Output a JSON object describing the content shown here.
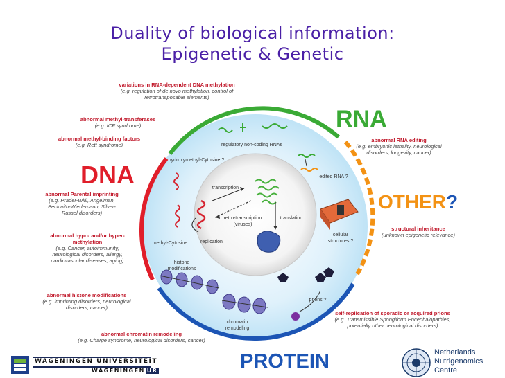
{
  "title": {
    "line1": "Duality of biological information:",
    "line2": "Epigenetic & Genetic"
  },
  "categories": {
    "dna": "DNA",
    "rna": "RNA",
    "other": "OTHER",
    "other_q": "?",
    "protein": "PROTEIN"
  },
  "colors": {
    "title": "#4a1fa6",
    "dna": "#e01e2a",
    "rna": "#3aaa35",
    "other": "#f39214",
    "protein": "#1c55b5",
    "label_head": "#c0182a"
  },
  "disorders": {
    "rna_dep_methylation": {
      "head": "variations in RNA-dependent DNA methylation",
      "detail": "(e.g. regulation of de novo methylation, control of retrotransposable elements)"
    },
    "methyl_transferases": {
      "head": "abnormal methyl-transferases",
      "detail": "(e.g. ICF syndrome)"
    },
    "methyl_binding": {
      "head": "abnormal methyl-binding factors",
      "detail": "(e.g. Rett syndrome)"
    },
    "parental_imprinting": {
      "head": "abnormal Parental imprinting",
      "detail": "(e.g. Prader-Willi, Angelman, Beckwith-Wiedemann, Silver-Russel disorders)"
    },
    "hypo_hyper": {
      "head": "abnormal hypo- and/or hyper-methylation",
      "detail": "(e.g. Cancer, autoimmunity, neurological disorders, allergy, cardiovascular diseases, aging)"
    },
    "histone_mods": {
      "head": "abnormal histone modifications",
      "detail": "(e.g. imprinting disorders, neurological disorders, cancer)"
    },
    "chromatin_remodeling": {
      "head": "abnormal chromatin remodeling",
      "detail": "(e.g. Charge syndrome, neurological disorders, cancer)"
    },
    "rna_editing": {
      "head": "abnormal RNA editing",
      "detail": "(e.g. embryonic lethality, neurological disorders, longevity, cancer)"
    },
    "structural_inheritance": {
      "head": "structural inheritance",
      "detail": "(unknown epigenetic relevance)"
    },
    "prions": {
      "head": "self-replication of sporadic or acquired prions",
      "detail": "(e.g. Transmissible Spongiform Encephalopathies, potentially other neurological disorders)"
    }
  },
  "inner": {
    "regulatory_rnas": "regulatory non-coding RNAs",
    "hydroxymethyl": "hydroxymethyl-Cytosine ?",
    "edited_rna": "edited RNA ?",
    "transcription": "transcription",
    "retro": "retro-transcription (viruses)",
    "translation": "translation",
    "replication": "replication",
    "methyl_cytosine": "methyl-Cytosine",
    "cellular_structures": "cellular structures ?",
    "histone_modifications": "histone modifications",
    "prions_q": "prions ?",
    "chromatin_remodeling": "chromatin remodeling"
  },
  "logos": {
    "wur_line1": "WAGENINGEN UNIVERSITEIT",
    "wur_line2": "WAGENINGEN",
    "wur_line2b": "UR",
    "nnc_line1": "Netherlands",
    "nnc_line2": "Nutrigenomics",
    "nnc_line3": "Centre"
  }
}
